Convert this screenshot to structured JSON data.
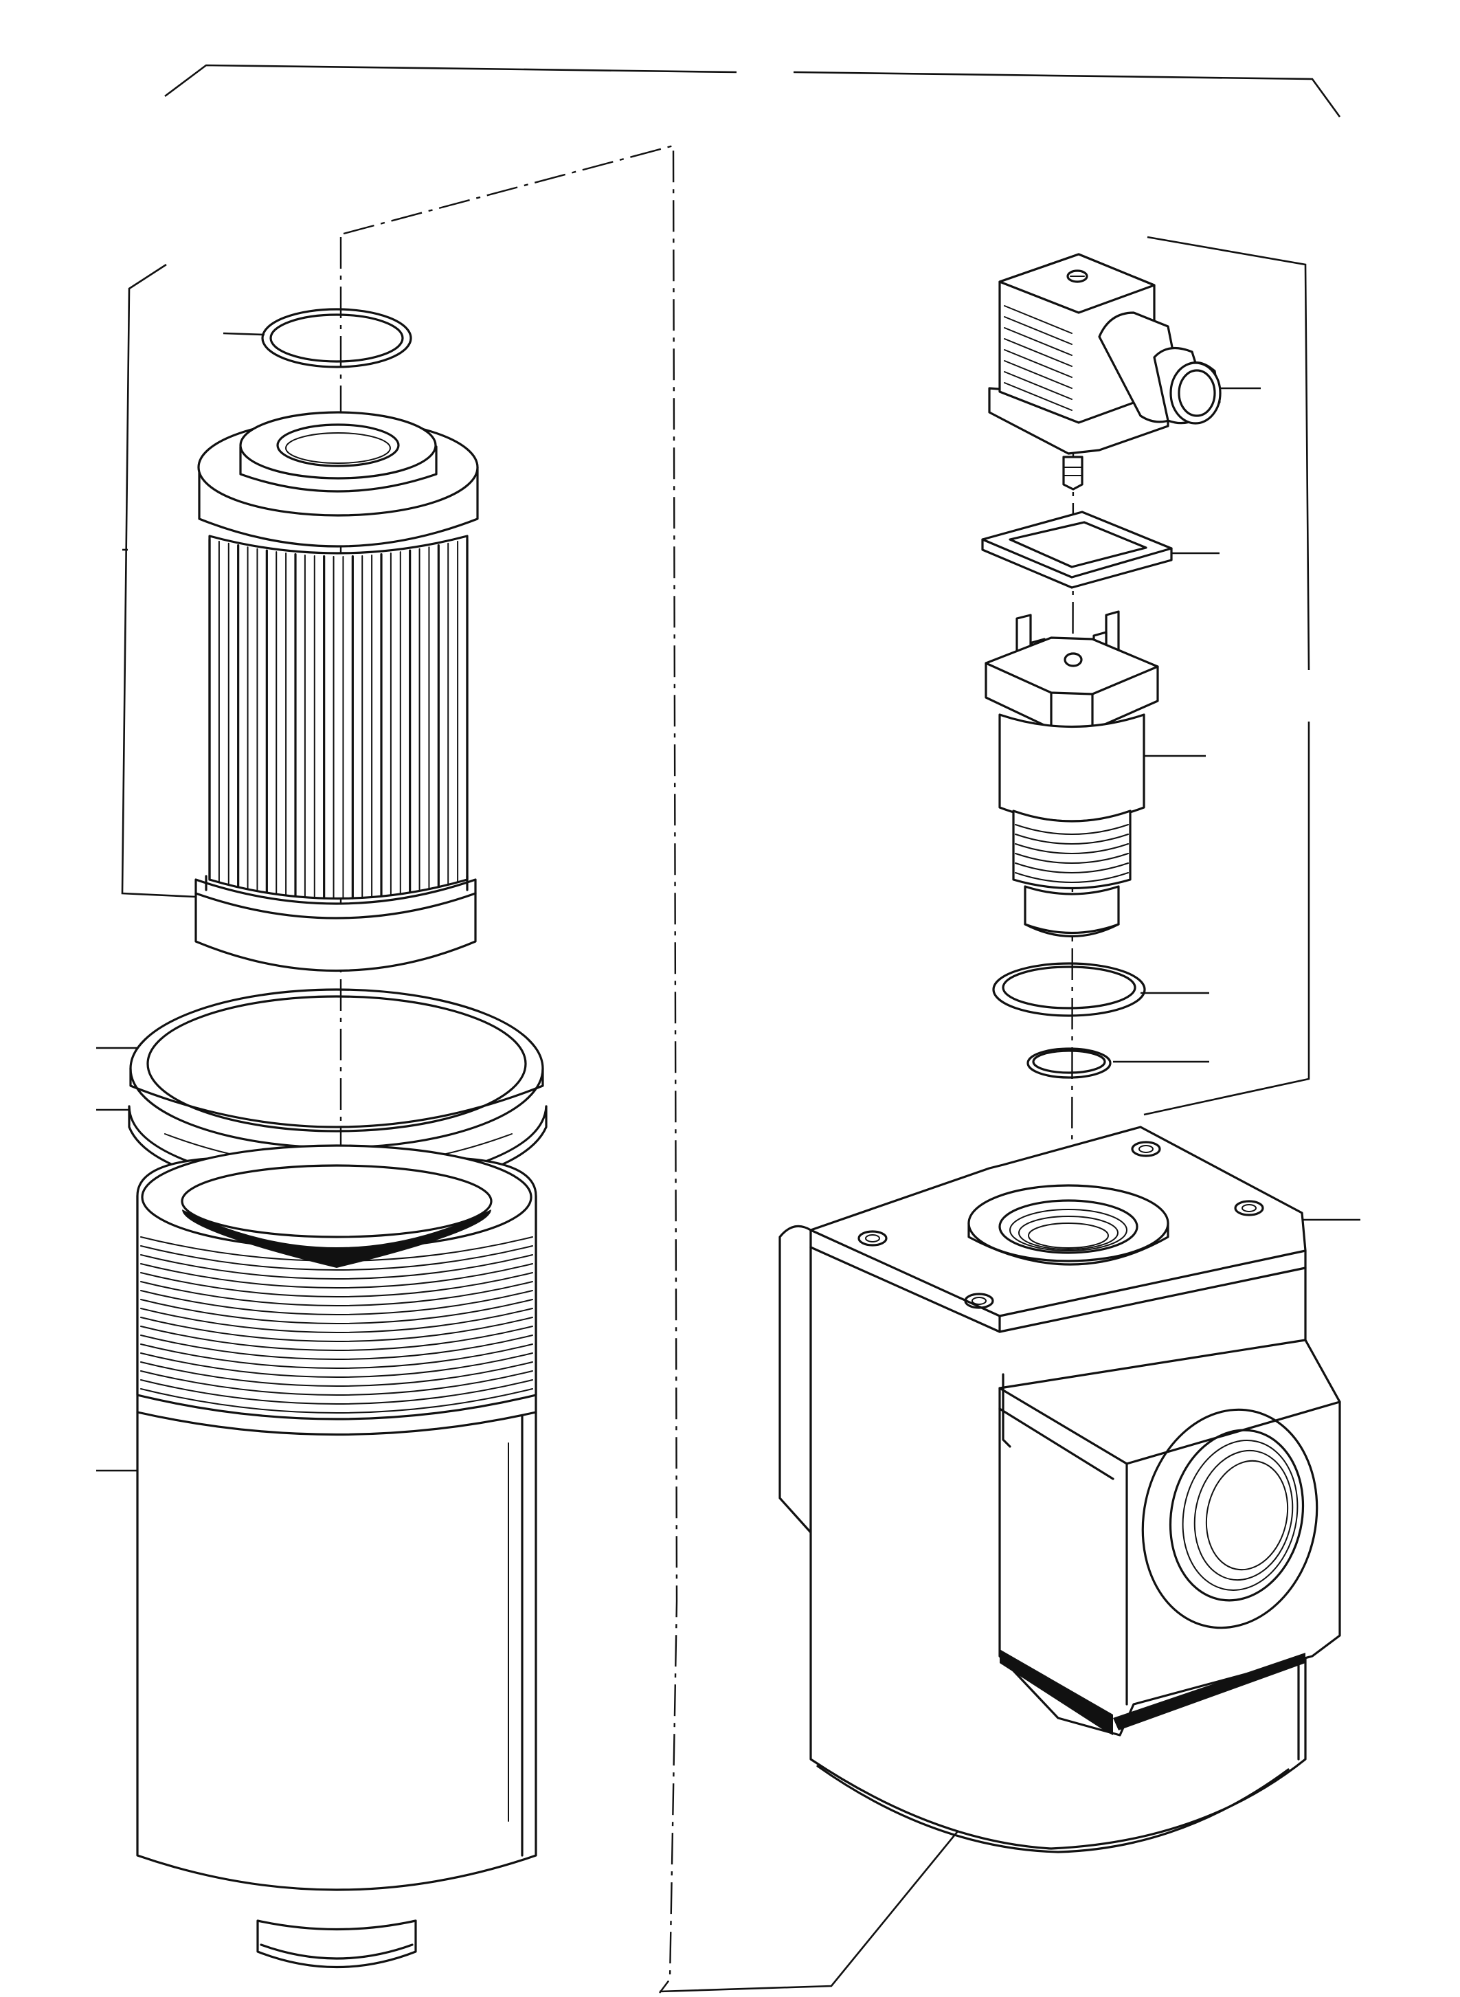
{
  "drawing": {
    "type": "exploded-view",
    "colors": {
      "ink": "#111111",
      "paper": "#ffffff"
    },
    "left_assembly": {
      "parts": [
        "o-ring-small",
        "filter-element",
        "ring-seal-upper",
        "ring-seal-lower",
        "filter-bowl"
      ]
    },
    "right_assembly": {
      "parts": [
        "connector-plug",
        "plug-gasket",
        "pressure-switch",
        "switch-o-ring-large",
        "switch-o-ring-small",
        "filter-head"
      ]
    },
    "callout_labels": []
  }
}
